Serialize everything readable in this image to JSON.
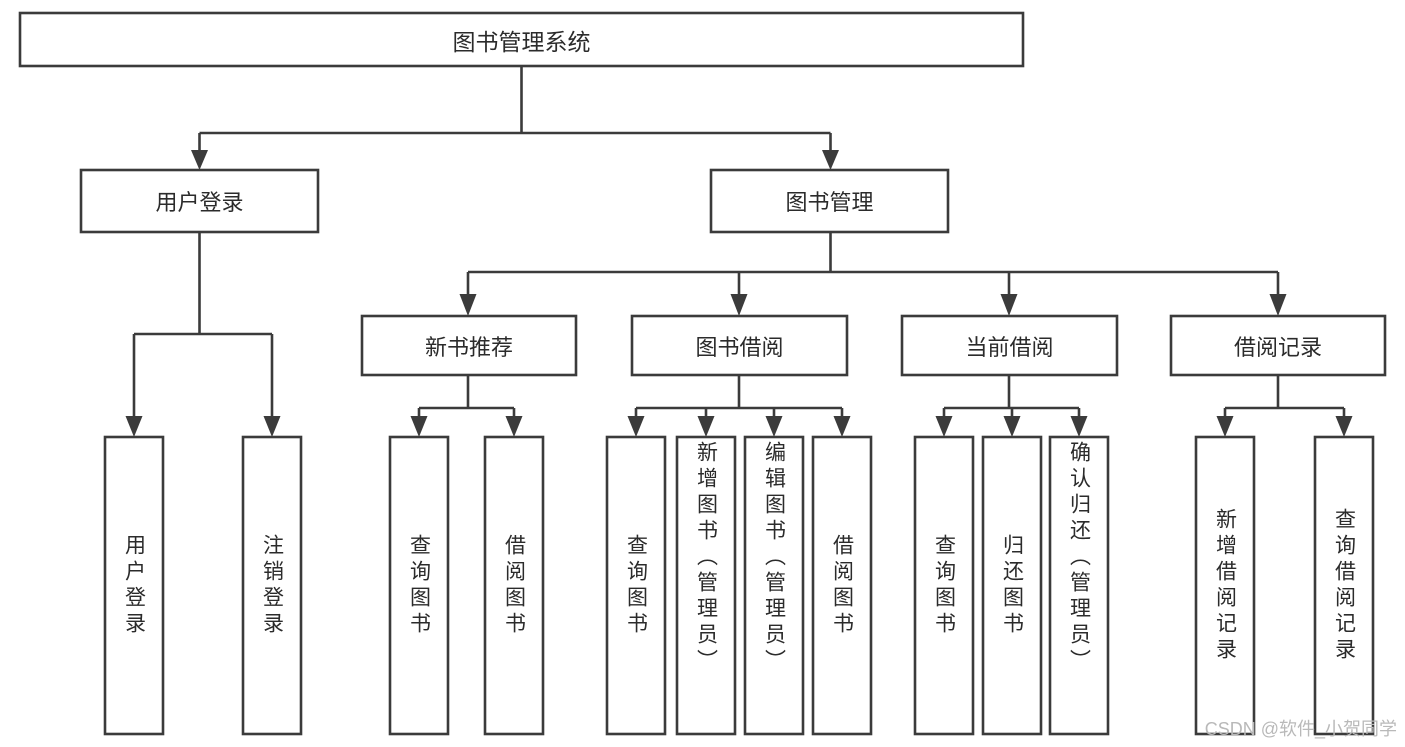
{
  "diagram": {
    "type": "tree",
    "title": "图书管理系统",
    "watermark": "CSDN @软件_小贺同学",
    "root": {
      "id": "root",
      "label": "图书管理系统",
      "orientation": "horizontal"
    },
    "level2": [
      {
        "id": "user-login",
        "label": "用户登录",
        "orientation": "horizontal"
      },
      {
        "id": "book-manage",
        "label": "图书管理",
        "orientation": "horizontal"
      }
    ],
    "level3": [
      {
        "id": "new-book-recommend",
        "label": "新书推荐",
        "orientation": "horizontal",
        "parent": "book-manage"
      },
      {
        "id": "book-borrow",
        "label": "图书借阅",
        "orientation": "horizontal",
        "parent": "book-manage"
      },
      {
        "id": "current-borrow",
        "label": "当前借阅",
        "orientation": "horizontal",
        "parent": "book-manage"
      },
      {
        "id": "borrow-record",
        "label": "借阅记录",
        "orientation": "horizontal",
        "parent": "book-manage"
      }
    ],
    "leaves": [
      {
        "id": "leaf-user-login",
        "label": "用户登录",
        "orientation": "vertical",
        "parent": "user-login"
      },
      {
        "id": "leaf-user-logout",
        "label": "注销登录",
        "orientation": "vertical",
        "parent": "user-login"
      },
      {
        "id": "leaf-query-book-1",
        "label": "查询图书",
        "orientation": "vertical",
        "parent": "new-book-recommend"
      },
      {
        "id": "leaf-borrow-book-1",
        "label": "借阅图书",
        "orientation": "vertical",
        "parent": "new-book-recommend"
      },
      {
        "id": "leaf-query-book-2",
        "label": "查询图书",
        "orientation": "vertical",
        "parent": "book-borrow"
      },
      {
        "id": "leaf-add-book",
        "label": "新增图书（管理员）",
        "orientation": "vertical",
        "parent": "book-borrow"
      },
      {
        "id": "leaf-edit-book",
        "label": "编辑图书（管理员）",
        "orientation": "vertical",
        "parent": "book-borrow"
      },
      {
        "id": "leaf-borrow-book-2",
        "label": "借阅图书",
        "orientation": "vertical",
        "parent": "book-borrow"
      },
      {
        "id": "leaf-query-book-3",
        "label": "查询图书",
        "orientation": "vertical",
        "parent": "current-borrow"
      },
      {
        "id": "leaf-return-book",
        "label": "归还图书",
        "orientation": "vertical",
        "parent": "current-borrow"
      },
      {
        "id": "leaf-confirm-return",
        "label": "确认归还（管理员）",
        "orientation": "vertical",
        "parent": "current-borrow"
      },
      {
        "id": "leaf-add-record",
        "label": "新增借阅记录",
        "orientation": "vertical",
        "parent": "borrow-record"
      },
      {
        "id": "leaf-query-record",
        "label": "查询借阅记录",
        "orientation": "vertical",
        "parent": "borrow-record"
      }
    ],
    "colors": {
      "stroke": "#3b3b3b",
      "fill": "#ffffff",
      "text": "#2b2b2b",
      "watermark": "#b9b9b9",
      "background": "#ffffff"
    }
  }
}
